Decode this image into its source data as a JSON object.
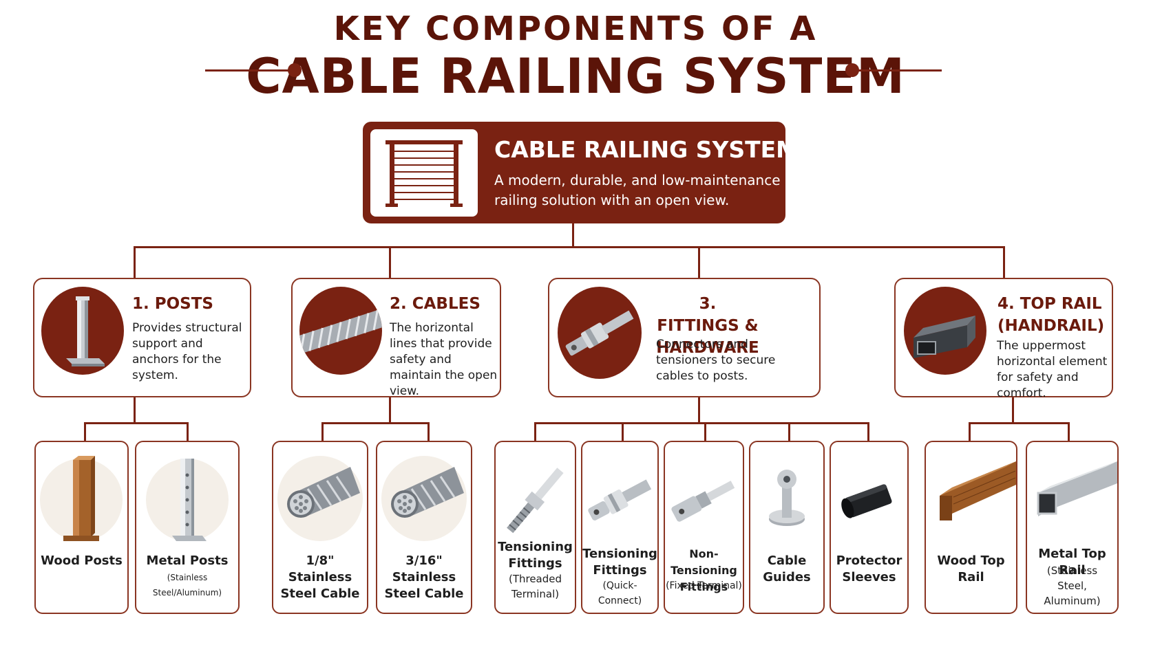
{
  "header": {
    "title_line1": "KEY COMPONENTS OF A",
    "title_line2": "CABLE RAILING SYSTEM"
  },
  "hero": {
    "title": "CABLE RAILING SYSTEM",
    "description": "A modern, durable, and low-maintenance railing solution with an open view.",
    "icon": "cable-railing-icon"
  },
  "categories": [
    {
      "title": "1. POSTS",
      "description": "Provides structural support and anchors for the system.",
      "icon": "post-icon"
    },
    {
      "title": "2. CABLES",
      "description": "The horizontal lines that provide safety and maintain the open view.",
      "icon": "cable-icon"
    },
    {
      "title": "3. FITTINGS & HARDWARE",
      "description": "Connectors and tensioners to secure cables to posts.",
      "icon": "fitting-icon"
    },
    {
      "title": "4. TOP RAIL (HANDRAIL)",
      "description": "The uppermost horizontal element for safety and comfort.",
      "icon": "rail-tube-icon"
    }
  ],
  "subitems": [
    {
      "label": "Wood Posts",
      "note": ""
    },
    {
      "label": "Metal Posts",
      "note": "(Stainless Steel/Aluminum)"
    },
    {
      "label": "1/8\" Stainless Steel Cable",
      "note": ""
    },
    {
      "label": "3/16\" Stainless Steel Cable",
      "note": ""
    },
    {
      "label": "Tensioning Fittings",
      "note": "(Threaded Terminal)"
    },
    {
      "label": "Tensioning Fittings",
      "note": "(Quick-Connect)"
    },
    {
      "label": "Non-Tensioning Fittings",
      "note": "(Fixed Terminal)"
    },
    {
      "label": "Cable Guides",
      "note": ""
    },
    {
      "label": "Protector Sleeves",
      "note": ""
    },
    {
      "label": "Wood Top Rail",
      "note": ""
    },
    {
      "label": "Metal Top Rail",
      "note": "(Stainless Steel, Aluminum)"
    }
  ],
  "colors": {
    "accent": "#7a2212",
    "title": "#5b1408",
    "border": "#8a3522"
  }
}
